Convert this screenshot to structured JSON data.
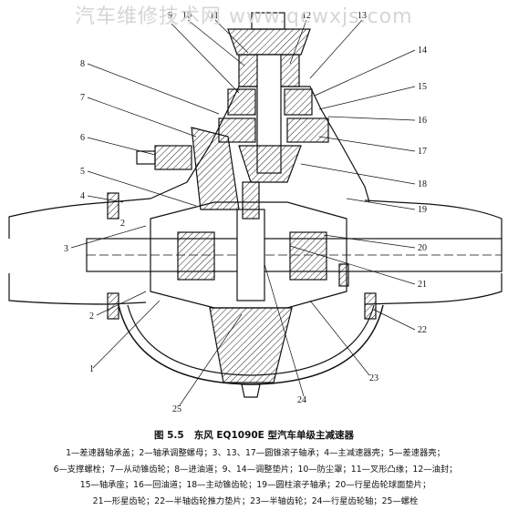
{
  "watermark": "汽车维修技术网 www.qcwxjs.com",
  "figure": {
    "caption_number": "图 5.5",
    "caption_title": "东风 EQ1090E 型汽车单级主减速器",
    "callouts": [
      "1",
      "2",
      "2",
      "3",
      "4",
      "5",
      "6",
      "7",
      "8",
      "9",
      "10",
      "11",
      "12",
      "13",
      "14",
      "15",
      "16",
      "17",
      "18",
      "19",
      "20",
      "21",
      "22",
      "23",
      "24",
      "25"
    ]
  },
  "legend": {
    "lines": [
      "1—差速器轴承盖；2—轴承调整螺母；3、13、17—圆锥滚子轴承；4—主减速器壳；5—差速器壳；",
      "6—支撑螺栓；7—从动锥齿轮；8—进油道；9、14—调整垫片；10—防尘罩；11—叉形凸缘；12—油封；",
      "15—轴承座；16—回油道；18—主动锥齿轮；19—圆柱滚子轴承；20—行星齿轮球面垫片；",
      "21—形星齿轮；22—半轴齿轮推力垫片；23—半轴齿轮；24—行星齿轮轴；25—螺栓"
    ]
  }
}
